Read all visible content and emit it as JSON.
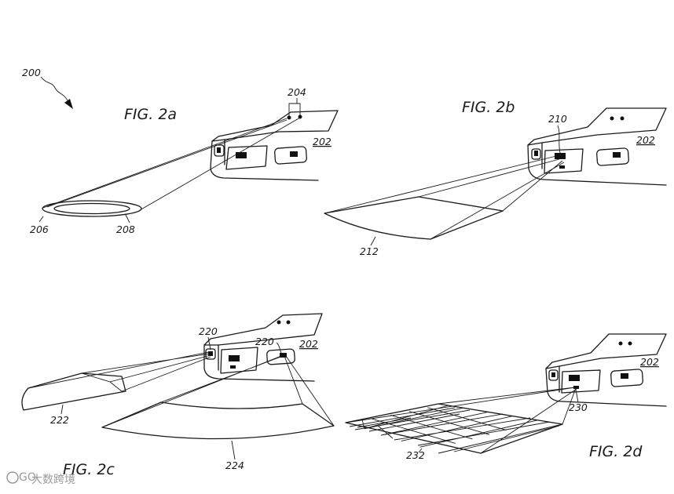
{
  "figures": {
    "fig_2a": {
      "title": "FIG. 2a",
      "labels": [
        "200",
        "204",
        "202",
        "206",
        "208"
      ]
    },
    "fig_2b": {
      "title": "FIG. 2b",
      "labels": [
        "210",
        "202",
        "212"
      ]
    },
    "fig_2c": {
      "title": "FIG. 2c",
      "labels": [
        "220",
        "220",
        "202",
        "222",
        "224"
      ]
    },
    "fig_2d": {
      "title": "FIG. 2d",
      "labels": [
        "202",
        "230",
        "232"
      ]
    }
  },
  "watermark": {
    "text": "大数跨境",
    "logo": "GO"
  }
}
